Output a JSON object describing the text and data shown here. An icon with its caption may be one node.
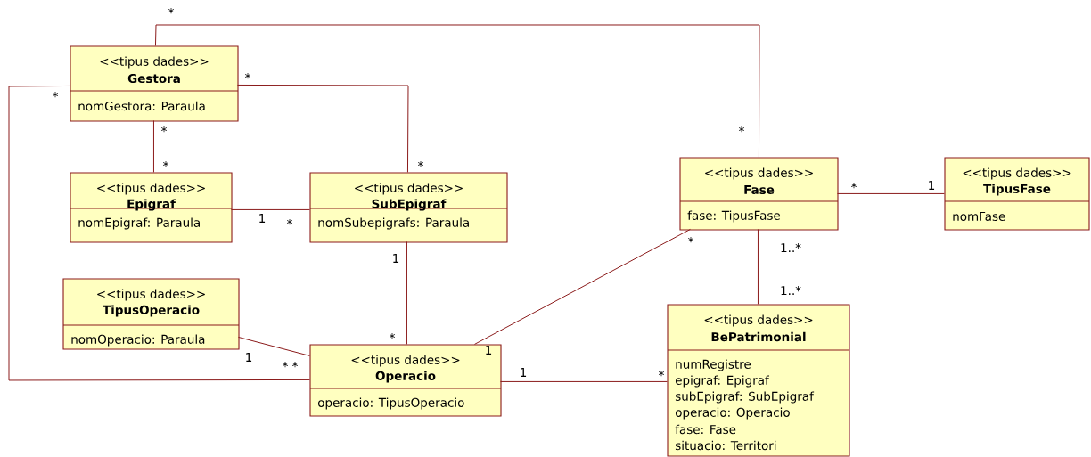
{
  "diagram": {
    "nodes": [
      {
        "text": [
          "<<tipus dades>>",
          "Gestora",
          "nomGestora: Paraula"
        ]
      },
      {
        "text": [
          "<<tipus dades>>",
          "Epigraf",
          "nomEpigraf: Paraula"
        ]
      },
      {
        "text": [
          "<<tipus dades>>",
          "SubEpigraf",
          "nomSubepigrafs: Paraula"
        ]
      },
      {
        "text": [
          "<<tipus dades>>",
          "TipusOperacio",
          "nomOperacio: Paraula"
        ]
      },
      {
        "text": [
          "<<tipus dades>>",
          "Operacio",
          "operacio: TipusOperacio"
        ]
      },
      {
        "text": [
          "<<tipus dades>>",
          "Fase",
          "fase: TipusFase"
        ]
      },
      {
        "text": [
          "<<tipus dades>>",
          "TipusFase",
          "nomFase"
        ]
      },
      {
        "text": [
          "<<tipus dades>>",
          "BePatrimonial",
          "numRegistre",
          "epigraf: Epigraf",
          "subEpigraf: SubEpigraf",
          "operacio: Operacio",
          "fase: Fase",
          "situacio: Territori"
        ]
      }
    ],
    "edges": [
      {
        "from": 0,
        "to": 5,
        "arrow": "none"
      },
      {
        "from": 0,
        "to": 2,
        "arrow": "none"
      },
      {
        "from": 0,
        "to": 1,
        "arrow": "none"
      },
      {
        "from": 0,
        "to": 4,
        "arrow": "none"
      },
      {
        "from": 1,
        "to": 2,
        "arrow": "none"
      },
      {
        "from": 2,
        "to": 4,
        "arrow": "none"
      },
      {
        "from": 3,
        "to": 4,
        "arrow": "none"
      },
      {
        "from": 5,
        "to": 4,
        "arrow": "none"
      },
      {
        "from": 5,
        "to": 6,
        "arrow": "none"
      },
      {
        "from": 5,
        "to": 7,
        "arrow": "none"
      },
      {
        "from": 4,
        "to": 7,
        "arrow": "none"
      }
    ],
    "labels": [
      "*",
      "*",
      "*",
      "*",
      "*",
      "*",
      "*",
      "*",
      "1",
      "1",
      "*",
      "*",
      "1..*",
      "1",
      "1..*",
      "*",
      "1",
      "1",
      "*",
      "*",
      "1",
      "*"
    ]
  }
}
